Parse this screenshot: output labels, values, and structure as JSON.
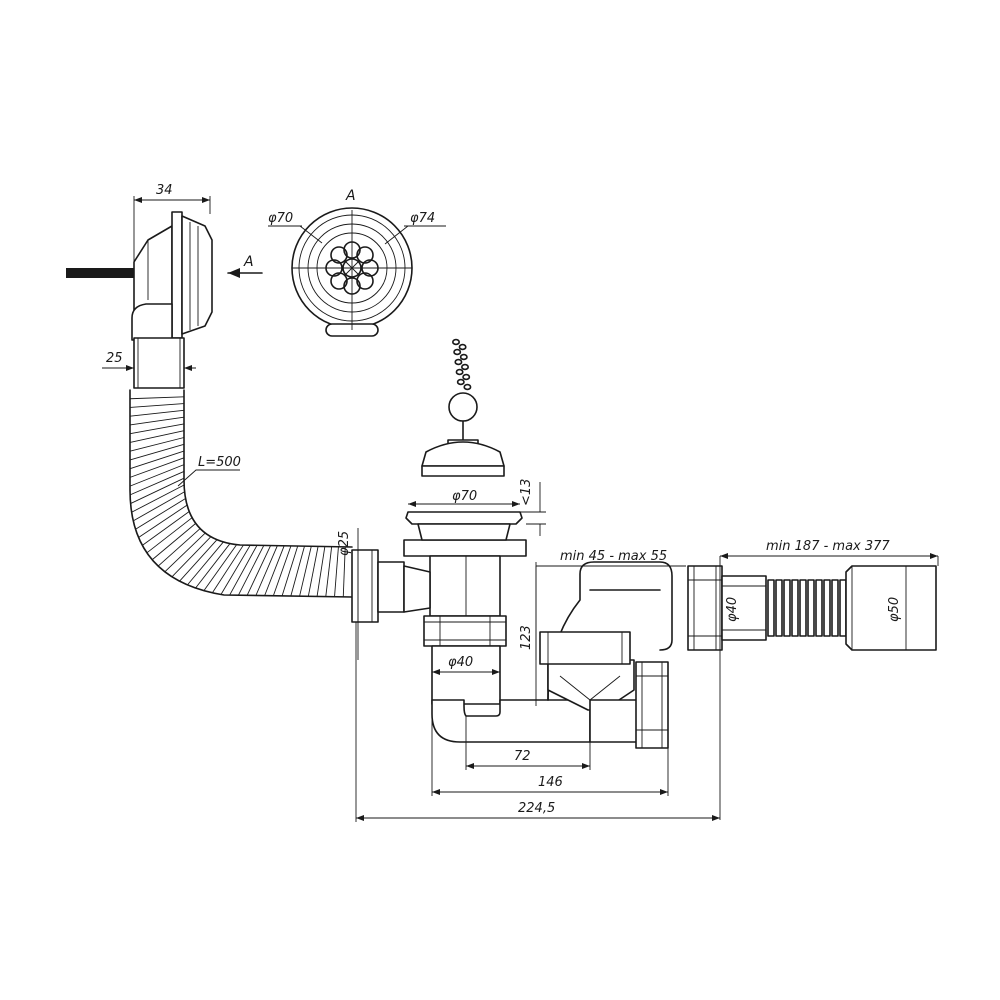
{
  "view_label": "A",
  "arrow_label": "A",
  "dimensions": {
    "width_34": "34",
    "width_25": "25",
    "hose_length": "L=500",
    "diameter_70_view": "φ70",
    "diameter_74_view": "φ74",
    "diameter_70": "φ70",
    "height_13": "<13",
    "diameter_25": "φ25",
    "range_45_55": "min 45 - max 55",
    "range_187_377": "min 187 - max 377",
    "diameter_40_right": "φ40",
    "diameter_50": "φ50",
    "height_123": "123",
    "diameter_40_bottom": "φ40",
    "length_72": "72",
    "length_146": "146",
    "length_224": "224,5"
  },
  "colors": {
    "line": "#1a1a1a",
    "background": "#ffffff"
  }
}
